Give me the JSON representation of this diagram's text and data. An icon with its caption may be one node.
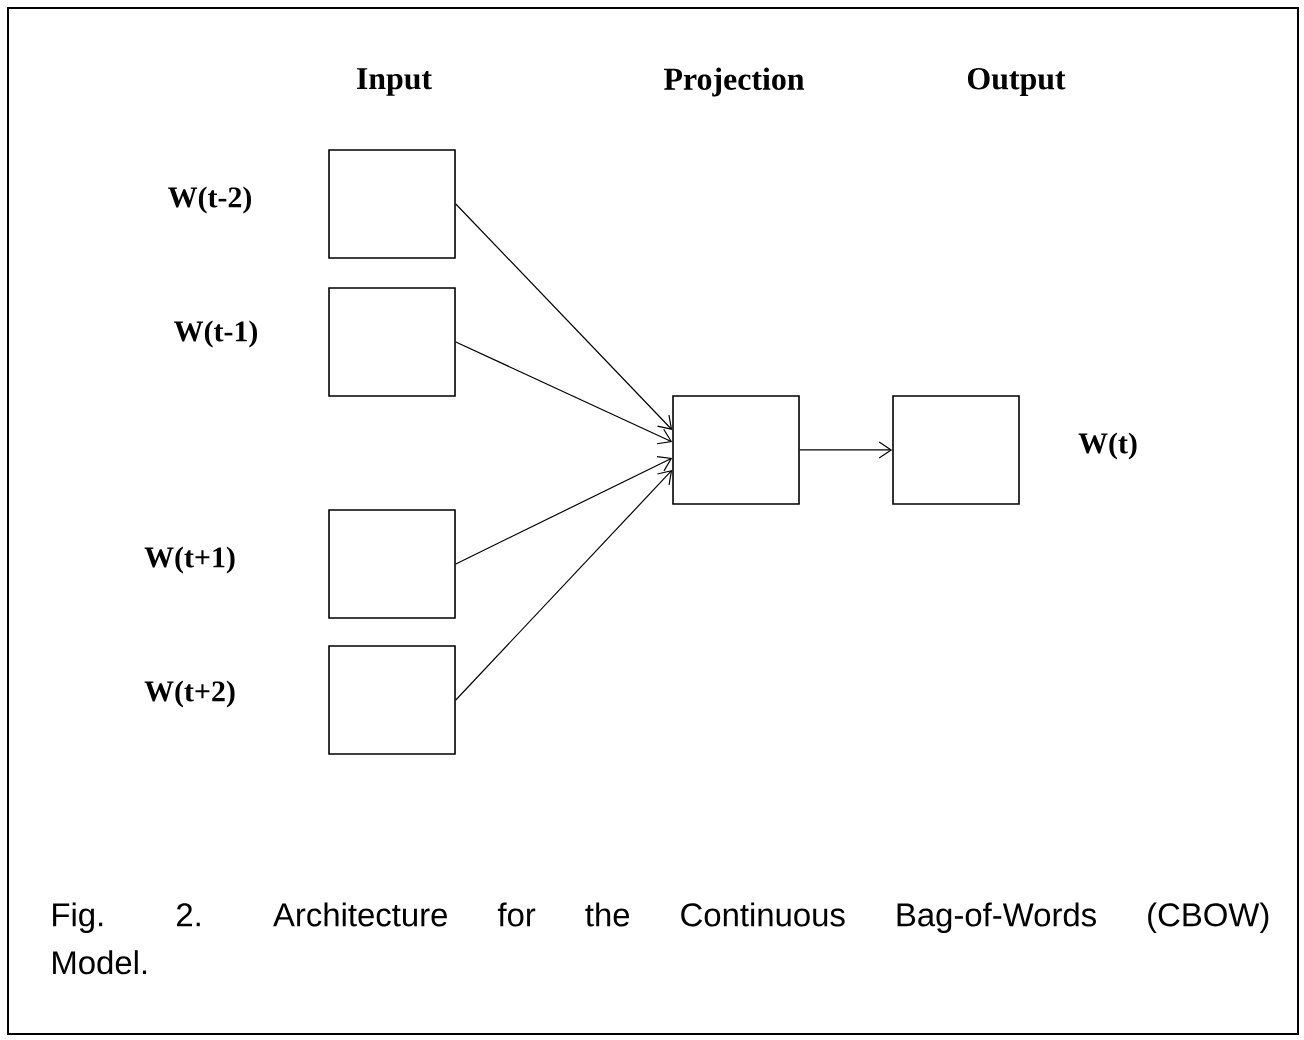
{
  "diagram": {
    "caption": "Fig. 2. Architecture for the Continuous Bag-of-Words (CBOW) Model.",
    "nodes": [
      {
        "text": [],
        "shape": "box",
        "beside": [
          "W(t-2)"
        ]
      },
      {
        "text": [],
        "shape": "box",
        "beside": [
          "W(t-1)"
        ]
      },
      {
        "text": [],
        "shape": "box",
        "beside": [
          "W(t+1)"
        ]
      },
      {
        "text": [],
        "shape": "box",
        "beside": [
          "W(t+2)"
        ]
      },
      {
        "text": [],
        "shape": "box"
      },
      {
        "text": [],
        "shape": "box",
        "beside": [
          "W(t)"
        ]
      }
    ],
    "edges": [
      {
        "from": 0,
        "to": 4,
        "arrow": "to"
      },
      {
        "from": 1,
        "to": 4,
        "arrow": "to"
      },
      {
        "from": 2,
        "to": 4,
        "arrow": "to"
      },
      {
        "from": 3,
        "to": 4,
        "arrow": "to"
      },
      {
        "from": 4,
        "to": 5,
        "arrow": "to"
      }
    ],
    "labels": [
      "Input",
      "Projection",
      "Output"
    ]
  }
}
